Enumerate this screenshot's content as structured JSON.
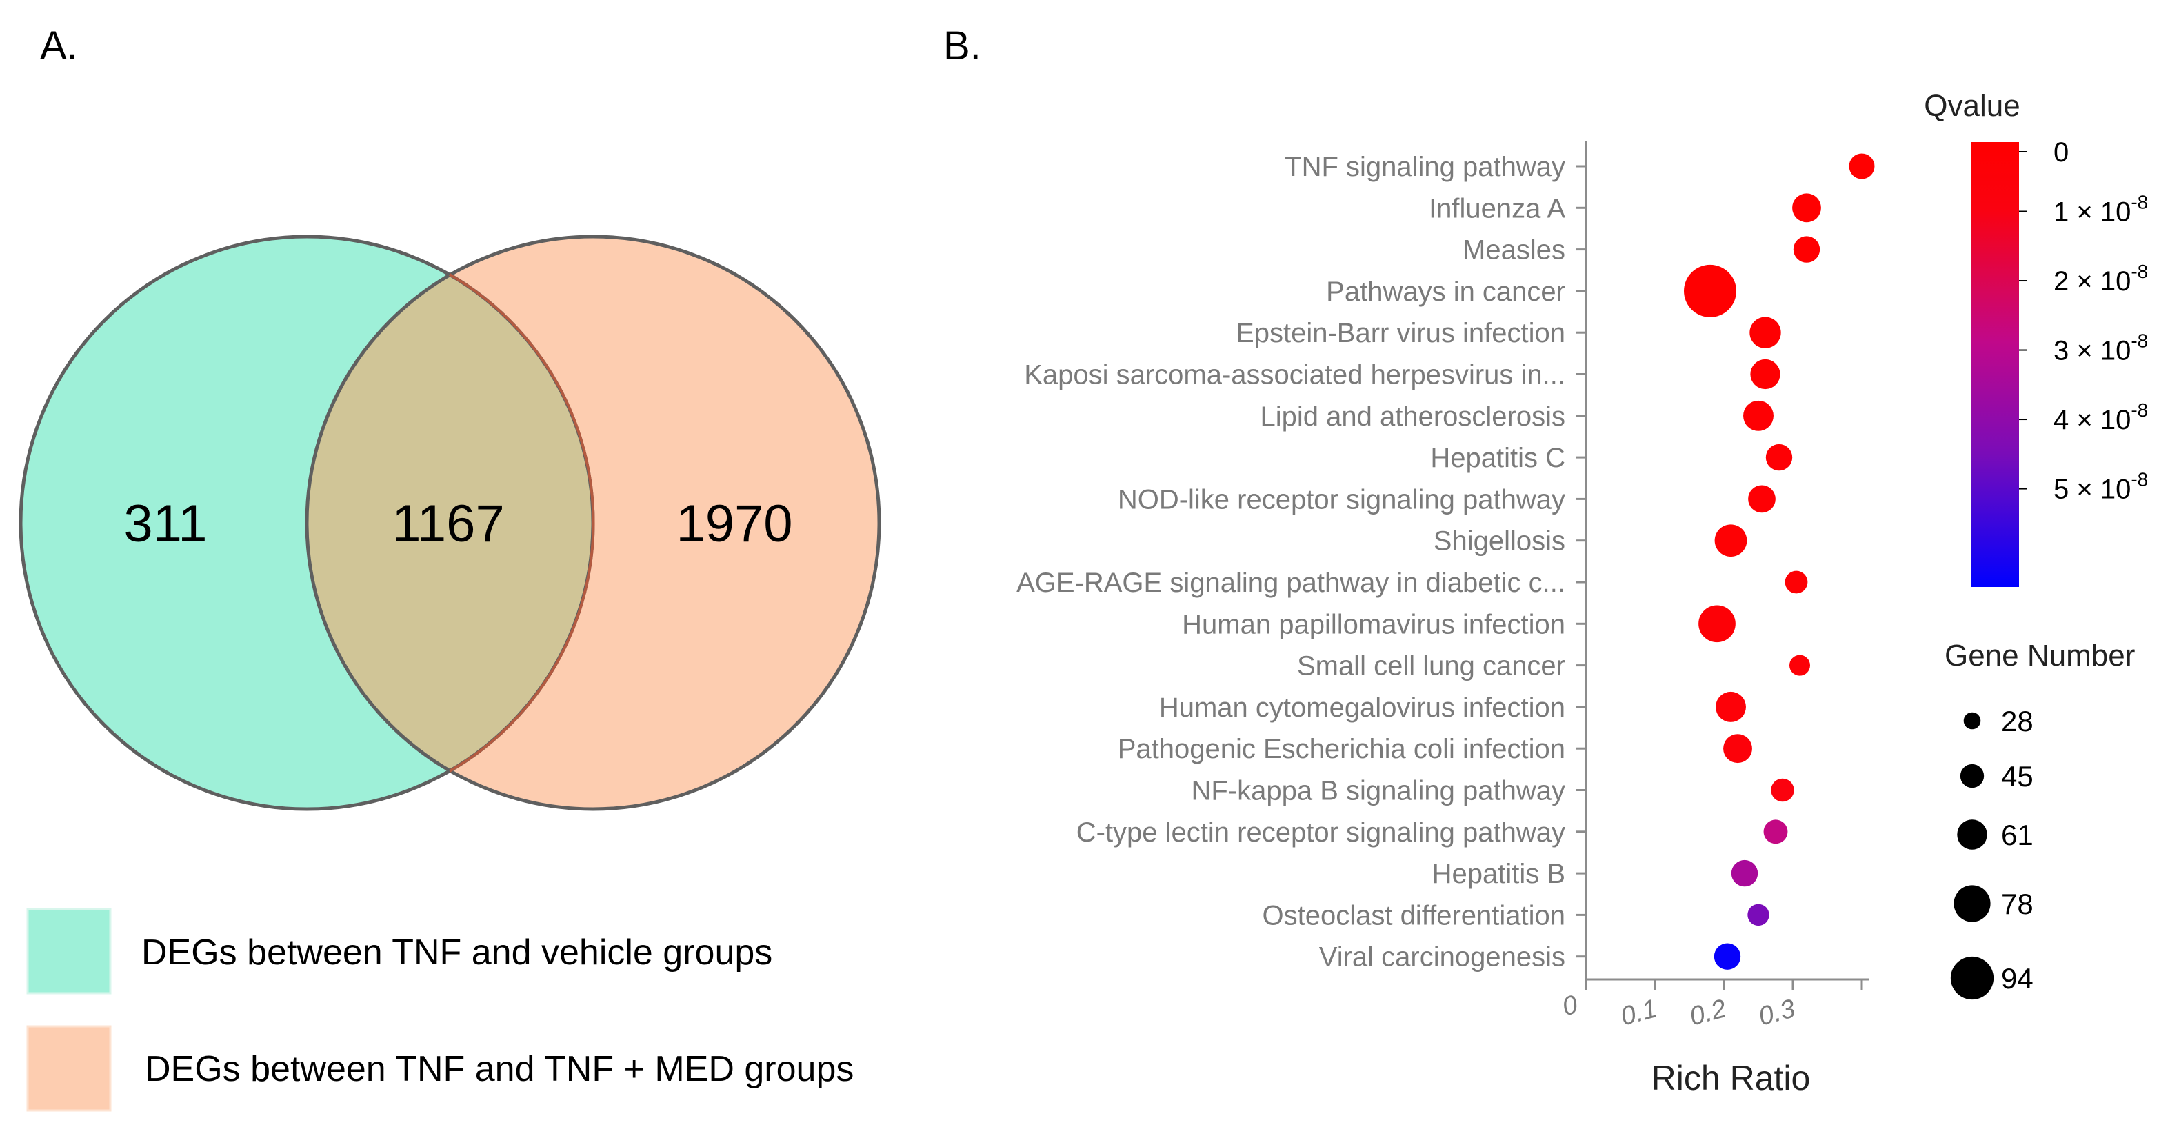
{
  "panel_a": {
    "label": "A.",
    "venn": {
      "left_only": "311",
      "overlap": "1167",
      "right_only": "1970"
    },
    "legend": [
      {
        "text": "DEGs between TNF and vehicle groups",
        "color": "#9ef0d8"
      },
      {
        "text": "DEGs between TNF and TNF + MED groups",
        "color": "#fdcdb0"
      }
    ],
    "colors": {
      "left": "#9ef0d8",
      "right": "#fdcdb0",
      "overlap": "#d0c597",
      "stroke": "#5f5f5f"
    }
  },
  "panel_b": {
    "label": "B."
  },
  "chart_data": {
    "type": "scatter",
    "xlabel": "Rich Ratio",
    "xticks": [
      "0",
      "0.1",
      "0.2",
      "0.3"
    ],
    "xlim": [
      0,
      0.4
    ],
    "categories": [
      "TNF signaling pathway",
      "Influenza A",
      "Measles",
      "Pathways in cancer",
      "Epstein-Barr virus infection",
      "Kaposi sarcoma-associated herpesvirus in...",
      "Lipid and atherosclerosis",
      "Hepatitis C",
      "NOD-like receptor signaling pathway",
      "Shigellosis",
      "AGE-RAGE signaling pathway in diabetic c...",
      "Human papillomavirus infection",
      "Small cell lung cancer",
      "Human cytomegalovirus infection",
      "Pathogenic Escherichia coli infection",
      "NF-kappa B signaling pathway",
      "C-type lectin receptor signaling pathway",
      "Hepatitis B",
      "Osteoclast differentiation",
      "Viral carcinogenesis"
    ],
    "points": [
      {
        "rich_ratio": 0.4,
        "gene_number": 38,
        "qvalue": 2e-10
      },
      {
        "rich_ratio": 0.32,
        "gene_number": 45,
        "qvalue": 5e-10
      },
      {
        "rich_ratio": 0.32,
        "gene_number": 40,
        "qvalue": 6e-10
      },
      {
        "rich_ratio": 0.18,
        "gene_number": 94,
        "qvalue": 8e-10
      },
      {
        "rich_ratio": 0.26,
        "gene_number": 50,
        "qvalue": 1e-09
      },
      {
        "rich_ratio": 0.26,
        "gene_number": 47,
        "qvalue": 1.2e-09
      },
      {
        "rich_ratio": 0.25,
        "gene_number": 48,
        "qvalue": 1.5e-09
      },
      {
        "rich_ratio": 0.28,
        "gene_number": 40,
        "qvalue": 2e-09
      },
      {
        "rich_ratio": 0.255,
        "gene_number": 42,
        "qvalue": 2.2e-09
      },
      {
        "rich_ratio": 0.21,
        "gene_number": 52,
        "qvalue": 2.5e-09
      },
      {
        "rich_ratio": 0.305,
        "gene_number": 32,
        "qvalue": 3e-09
      },
      {
        "rich_ratio": 0.19,
        "gene_number": 62,
        "qvalue": 3.2e-09
      },
      {
        "rich_ratio": 0.31,
        "gene_number": 28,
        "qvalue": 4e-09
      },
      {
        "rich_ratio": 0.21,
        "gene_number": 48,
        "qvalue": 4.5e-09
      },
      {
        "rich_ratio": 0.22,
        "gene_number": 45,
        "qvalue": 5e-09
      },
      {
        "rich_ratio": 0.285,
        "gene_number": 33,
        "qvalue": 8e-09
      },
      {
        "rich_ratio": 0.275,
        "gene_number": 35,
        "qvalue": 2.6e-08
      },
      {
        "rich_ratio": 0.23,
        "gene_number": 40,
        "qvalue": 3.2e-08
      },
      {
        "rich_ratio": 0.25,
        "gene_number": 30,
        "qvalue": 4.2e-08
      },
      {
        "rich_ratio": 0.205,
        "gene_number": 40,
        "qvalue": 5.9e-08
      }
    ],
    "color_legend": {
      "title": "Qvalue",
      "ticks": [
        {
          "base": "0",
          "exp": ""
        },
        {
          "base": "1 × 10",
          "exp": "-8"
        },
        {
          "base": "2 × 10",
          "exp": "-8"
        },
        {
          "base": "3 × 10",
          "exp": "-8"
        },
        {
          "base": "4 × 10",
          "exp": "-8"
        },
        {
          "base": "5 × 10",
          "exp": "-8"
        }
      ],
      "tick_values": [
        0,
        1e-08,
        2e-08,
        3e-08,
        4e-08,
        5e-08
      ],
      "range": [
        0,
        6e-08
      ],
      "color_low": "#ff0000",
      "color_high": "#0000ff"
    },
    "size_legend": {
      "title": "Gene Number",
      "values": [
        28,
        45,
        61,
        78,
        94
      ]
    }
  }
}
